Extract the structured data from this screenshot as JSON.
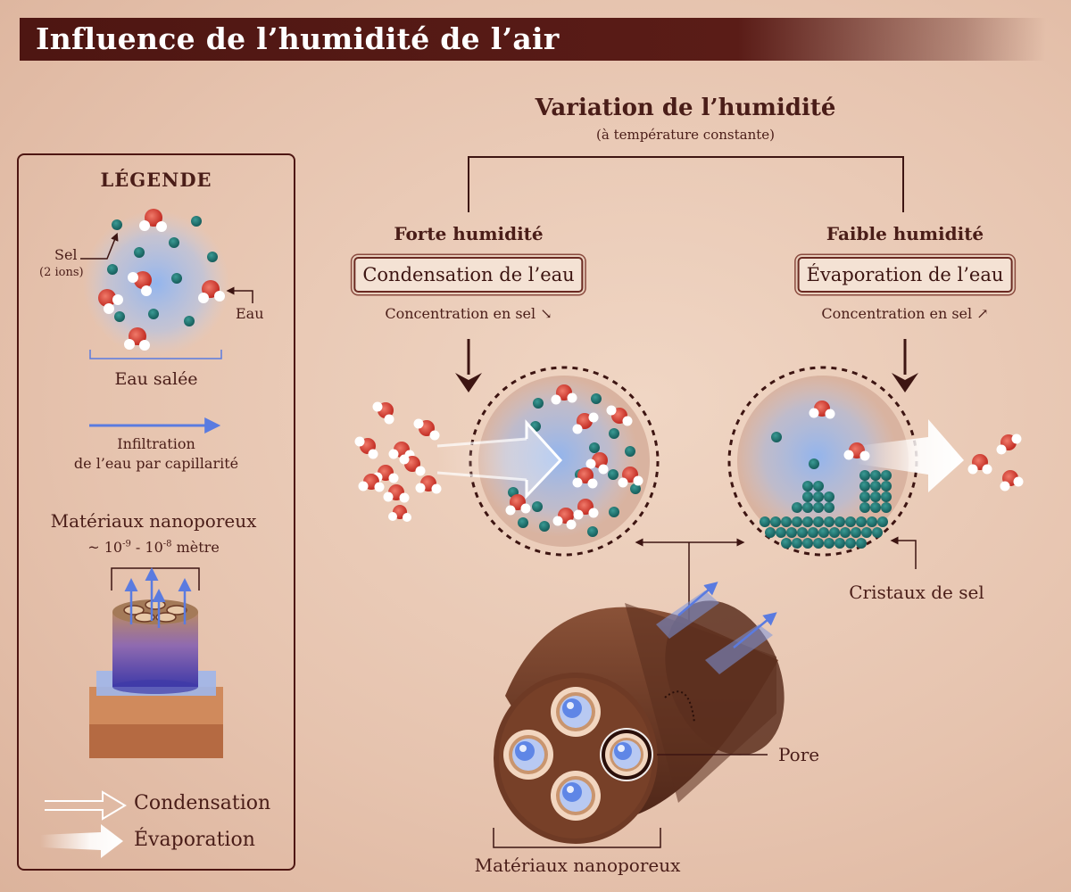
{
  "header": {
    "title": "Influence de l’humidité de l’air"
  },
  "legend": {
    "heading": "LÉGENDE",
    "salt_label": "Sel",
    "salt_sub": "(2 ions)",
    "water_label": "Eau",
    "salt_water_label": "Eau salée",
    "infiltration_line1": "Infiltration",
    "infiltration_line2": "de l’eau par capillarité",
    "nanoporous_label": "Matériaux nanoporeux",
    "scale_prefix": "~ 10",
    "scale_exp1": "-9",
    "scale_mid": " - 10",
    "scale_exp2": "-8",
    "scale_suffix": " mètre",
    "condensation_label": "Condensation",
    "evaporation_label": "Évaporation"
  },
  "main": {
    "variation_title": "Variation de l’humidité",
    "variation_sub": "(à température constante)",
    "high": {
      "heading": "Forte humidité",
      "process": "Condensation de l’eau",
      "concentration": "Concentration en sel",
      "arrow": "↘"
    },
    "low": {
      "heading": "Faible humidité",
      "process": "Évaporation de l’eau",
      "concentration": "Concentration en sel",
      "arrow": "↗"
    },
    "crystals_label": "Cristaux de sel",
    "pore_label": "Pore",
    "material_label": "Matériaux nanoporeux"
  },
  "colors": {
    "title_bar": "#4e1612",
    "salt_ion": "#1f6b6b",
    "water_oxygen": "#d0352b",
    "water_blue_glow": "#8fb4f0",
    "arrow_blue": "#5a7be0",
    "material_brown": "#6b3a28"
  }
}
